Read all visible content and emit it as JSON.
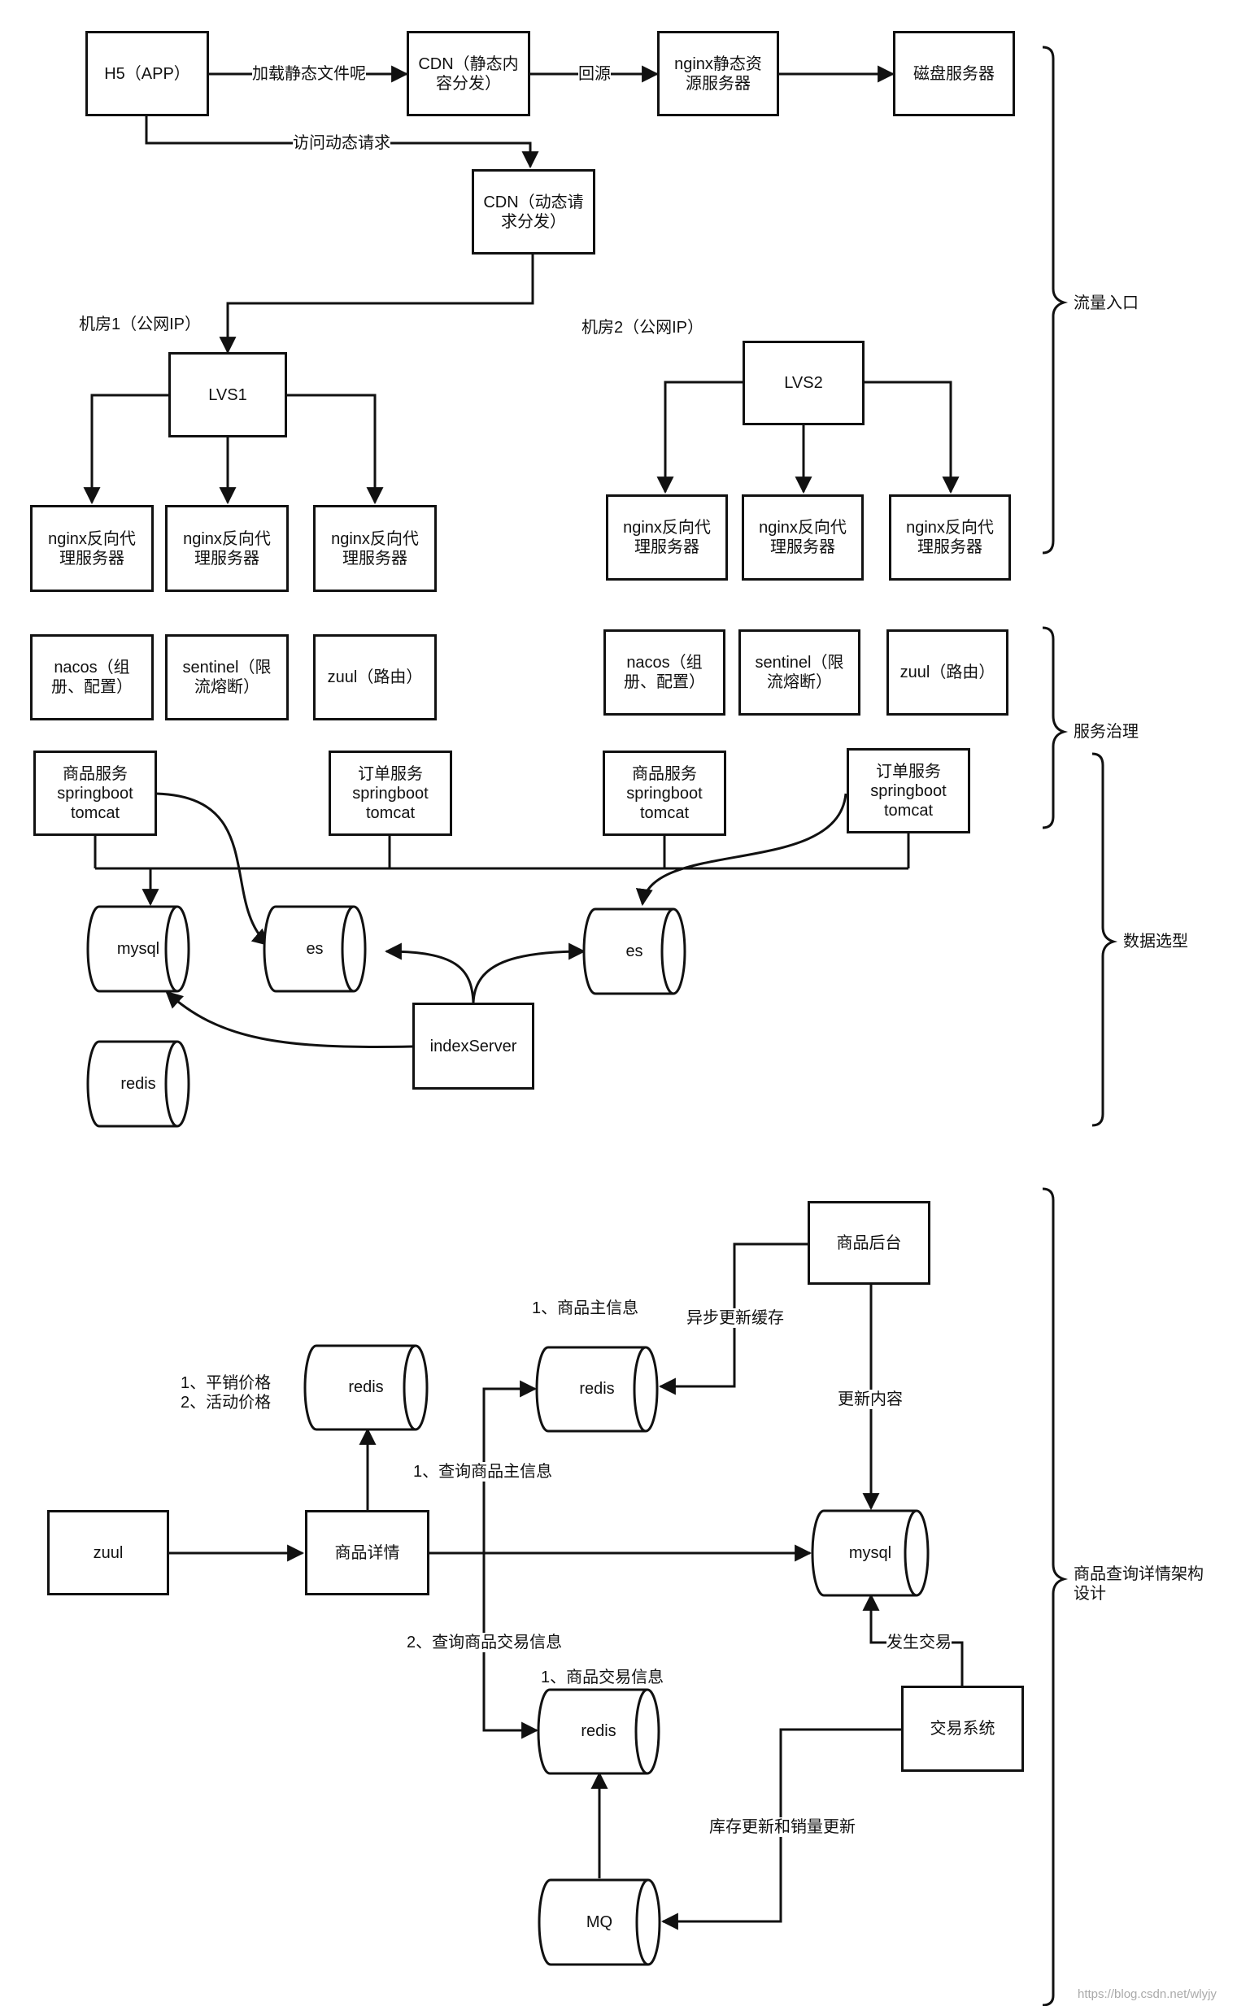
{
  "top": {
    "h5": "H5（APP）",
    "cdn_static": "CDN（静态内\n容分发）",
    "nginx_static": "nginx静态资\n源服务器",
    "disk": "磁盘服务器",
    "cdn_dynamic": "CDN（动态请\n求分发）",
    "lbl_load_static": "加载静态文件呢",
    "lbl_back_source": "回源",
    "lbl_dynamic_req": "访问动态请求"
  },
  "room1": {
    "title": "机房1（公网IP）",
    "lvs": "LVS1",
    "nginx": [
      "nginx反向代\n理服务器",
      "nginx反向代\n理服务器",
      "nginx反向代\n理服务器"
    ],
    "nacos": "nacos（组\n册、配置）",
    "sentinel": "sentinel（限\n流熔断）",
    "zuul": "zuul（路由）",
    "goods_service": "商品服务\nspringboot\ntomcat",
    "order_service": "订单服务\nspringboot\ntomcat"
  },
  "room2": {
    "title": "机房2（公网IP）",
    "lvs": "LVS2",
    "nginx": [
      "nginx反向代\n理服务器",
      "nginx反向代\n理服务器",
      "nginx反向代\n理服务器"
    ],
    "nacos": "nacos（组\n册、配置）",
    "sentinel": "sentinel（限\n流熔断）",
    "zuul": "zuul（路由）",
    "goods_service": "商品服务\nspringboot\ntomcat",
    "order_service": "订单服务\nspringboot\ntomcat"
  },
  "data_layer": {
    "mysql": "mysql",
    "es1": "es",
    "es2": "es",
    "redis": "redis",
    "index_server": "indexServer"
  },
  "brackets": {
    "traffic_entry": "流量入口",
    "service_governance": "服务治理",
    "data_selection": "数据选型",
    "detail_design": "商品查询详情架构\n设计"
  },
  "detail": {
    "zuul": "zuul",
    "goods_detail": "商品详情",
    "redis_price": "redis",
    "redis_main": "redis",
    "redis_trade": "redis",
    "mysql": "mysql",
    "mq": "MQ",
    "goods_backend": "商品后台",
    "trade_system": "交易系统",
    "note_price": "1、平销价格\n2、活动价格",
    "note_main": "1、商品主信息",
    "note_trade": "1、商品交易信息",
    "lbl_query_main": "1、查询商品主信息",
    "lbl_query_trade": "2、查询商品交易信息",
    "lbl_async_cache": "异步更新缓存",
    "lbl_update_content": "更新内容",
    "lbl_trade_happen": "发生交易",
    "lbl_stock_sales": "库存更新和销量更新"
  },
  "watermark": "https://blog.csdn.net/wlyjy"
}
